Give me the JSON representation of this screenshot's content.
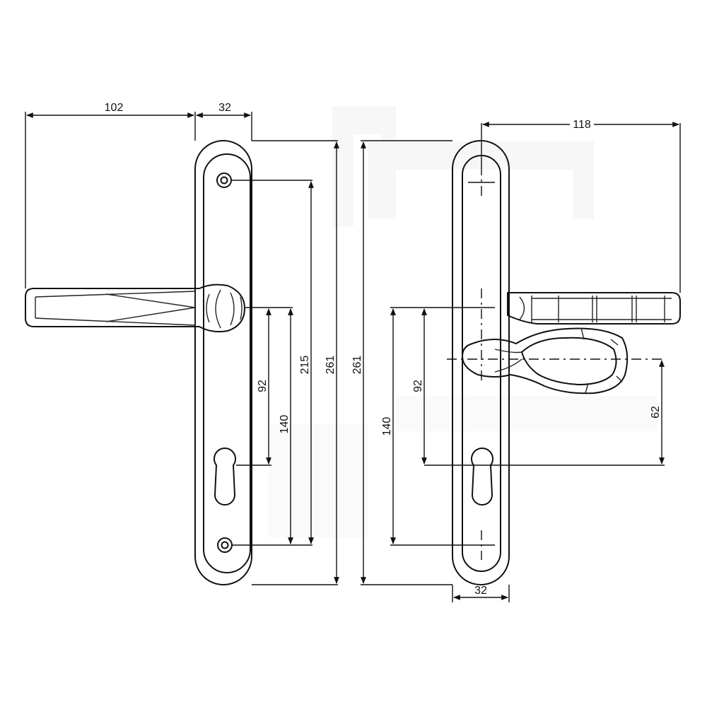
{
  "diagram": {
    "left_view": {
      "dim_handle_projection": "102",
      "dim_plate_width": "32",
      "dim_handle_to_cylinder": "92",
      "dim_handle_to_bottom_screw": "140",
      "dim_screw_centres": "215",
      "dim_plate_length": "261"
    },
    "right_view": {
      "dim_plate_length": "261",
      "dim_bottom_to_cylinder": "140",
      "dim_handle_to_cylinder": "92",
      "dim_pull_to_cylinder": "62",
      "dim_handle_projection": "118",
      "dim_plate_width": "32"
    }
  }
}
